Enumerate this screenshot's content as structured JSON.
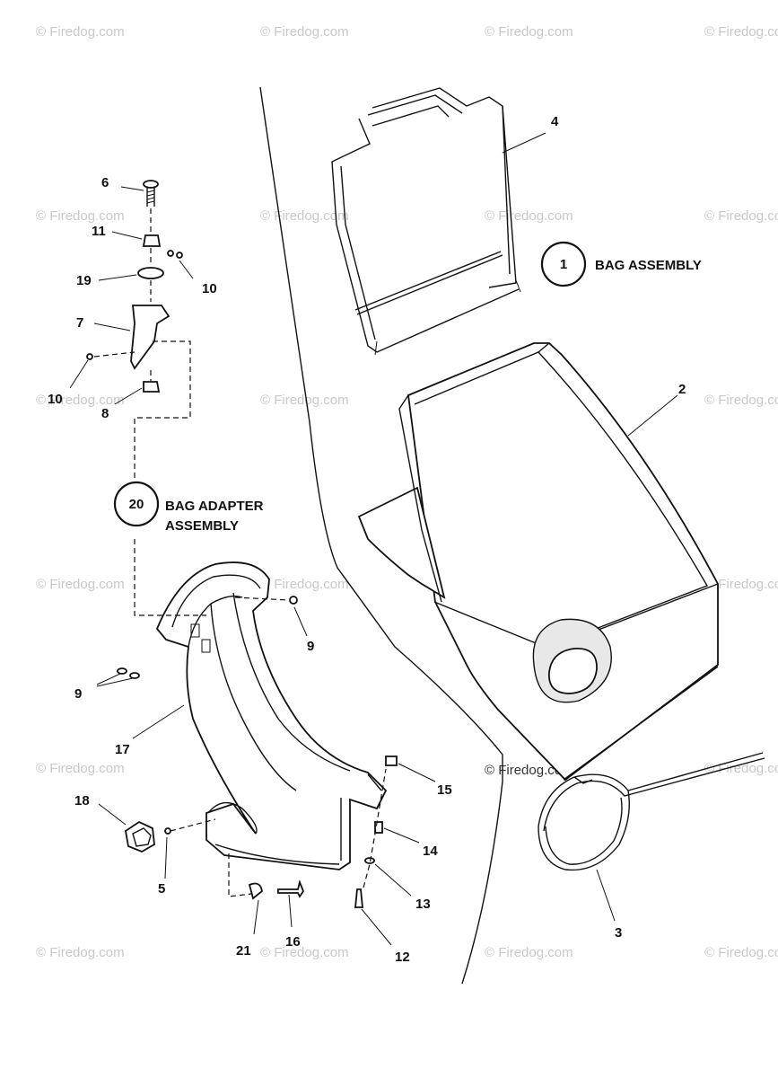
{
  "watermark": {
    "text": "© Firedog.com"
  },
  "callouts": {
    "bag_assembly": {
      "number": "1",
      "label": "BAG ASSEMBLY"
    },
    "bag_adapter_assembly": {
      "number": "20",
      "label_line1": "BAG ADAPTER",
      "label_line2": "ASSEMBLY"
    }
  },
  "parts": {
    "p2": "2",
    "p3": "3",
    "p4": "4",
    "p5": "5",
    "p6": "6",
    "p7": "7",
    "p8": "8",
    "p9a": "9",
    "p9b": "9",
    "p10a": "10",
    "p10b": "10",
    "p11": "11",
    "p12": "12",
    "p13": "13",
    "p14": "14",
    "p15": "15",
    "p16": "16",
    "p17": "17",
    "p18": "18",
    "p19": "19",
    "p21": "21"
  }
}
